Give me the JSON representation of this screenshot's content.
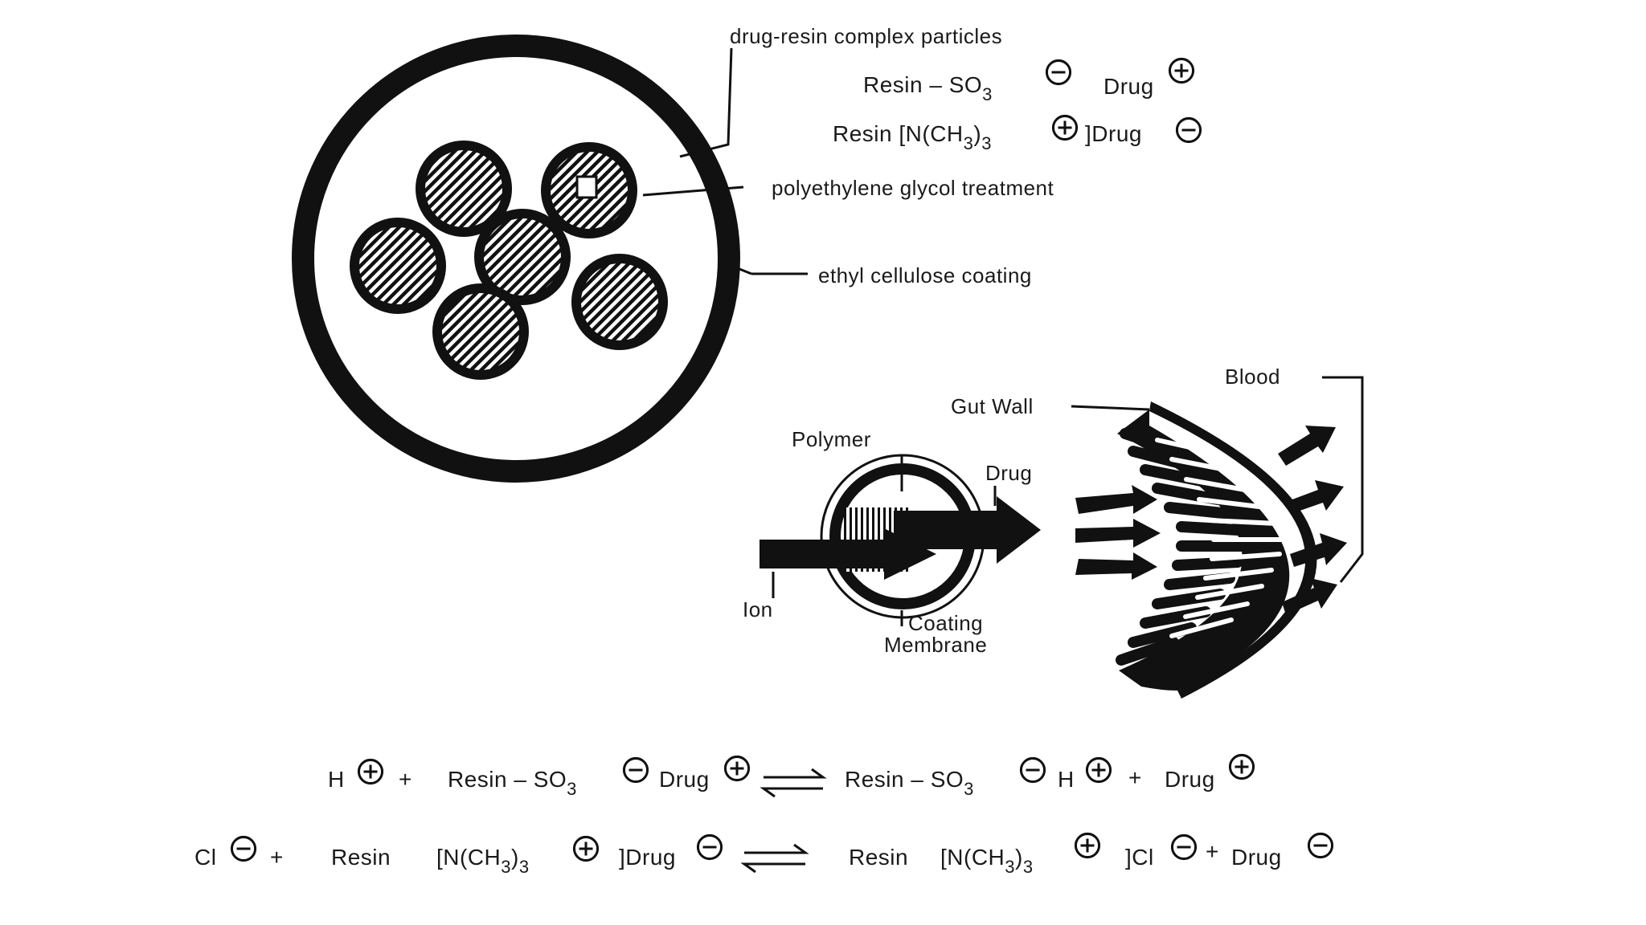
{
  "particle_diagram": {
    "label_particles": "drug-resin complex particles",
    "label_peg": "polyethylene glycol treatment",
    "label_coating": "ethyl cellulose coating",
    "formula1_a": "Resin – SO",
    "formula1_sub": "3",
    "formula1_b": "Drug",
    "formula2_a": "Resin [N(CH",
    "formula2_sub1": "3",
    "formula2_b": ")",
    "formula2_sub2": "3",
    "formula2_c": "]Drug"
  },
  "release_diagram": {
    "label_polymer": "Polymer",
    "label_drug": "Drug",
    "label_ion": "Ion",
    "label_coating": "Coating",
    "label_membrane": "Membrane",
    "label_gut_wall": "Gut Wall",
    "label_blood": "Blood"
  },
  "equations": {
    "eq1": {
      "h": "H",
      "plus1": "+",
      "left_a": "Resin – SO",
      "left_sub": "3",
      "left_drug": "Drug",
      "right_a": "Resin – SO",
      "right_sub": "3",
      "right_h": "H",
      "plus2": "+",
      "right_drug": "Drug"
    },
    "eq2": {
      "cl": "Cl",
      "plus1": "+",
      "left_resin": "Resin",
      "left_n": "[N(CH",
      "left_sub1": "3",
      "left_close": ")",
      "left_sub2": "3",
      "left_drug": "]Drug",
      "right_resin": "Resin",
      "right_n": "[N(CH",
      "right_sub1": "3",
      "right_close": ")",
      "right_sub2": "3",
      "right_cl": "]Cl",
      "plus2": "+",
      "right_drug": "Drug"
    }
  }
}
